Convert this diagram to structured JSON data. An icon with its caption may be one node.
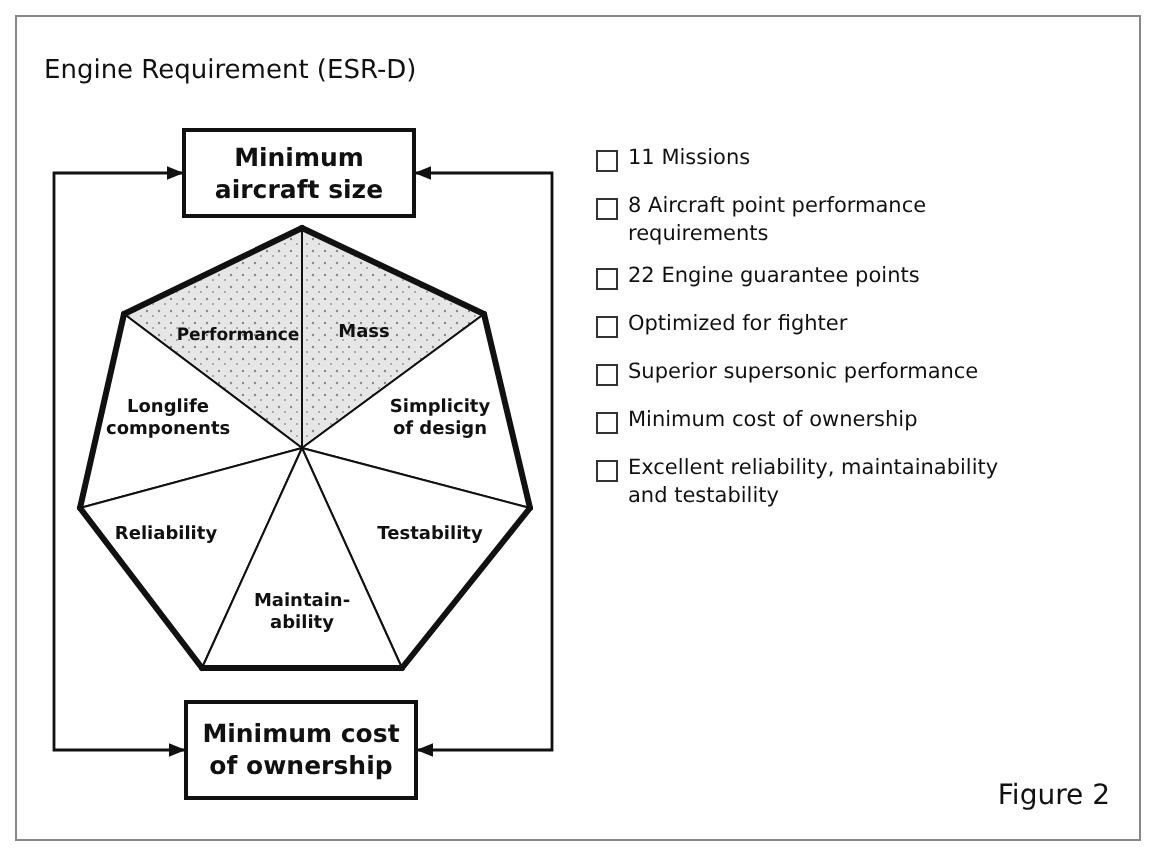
{
  "diagram": {
    "title": "Engine Requirement (ESR-D)",
    "caption": "Figure 2",
    "nodes": [
      {
        "text": [
          "Minimum aircraft size"
        ]
      },
      {
        "text": [
          "Minimum cost of ownership"
        ]
      },
      {
        "text": [
          "Performance"
        ]
      },
      {
        "text": [
          "Mass"
        ]
      },
      {
        "text": [
          "Longlife components"
        ]
      },
      {
        "text": [
          "Simplicity of design"
        ]
      },
      {
        "text": [
          "Reliability"
        ]
      },
      {
        "text": [
          "Testability"
        ]
      },
      {
        "text": [
          "Maintain- ability"
        ]
      }
    ],
    "edges": [
      {
        "from": 0,
        "to": 1,
        "arrow": "both"
      },
      {
        "from": 0,
        "to": 1,
        "arrow": "both"
      }
    ],
    "labels": [
      "11 Missions",
      "8 Aircraft point performance requirements",
      "22 Engine guarantee points",
      "Optimized for fighter",
      "Superior supersonic performance",
      "Minimum cost of ownership",
      "Excellent reliability, maintainability and testability"
    ]
  }
}
